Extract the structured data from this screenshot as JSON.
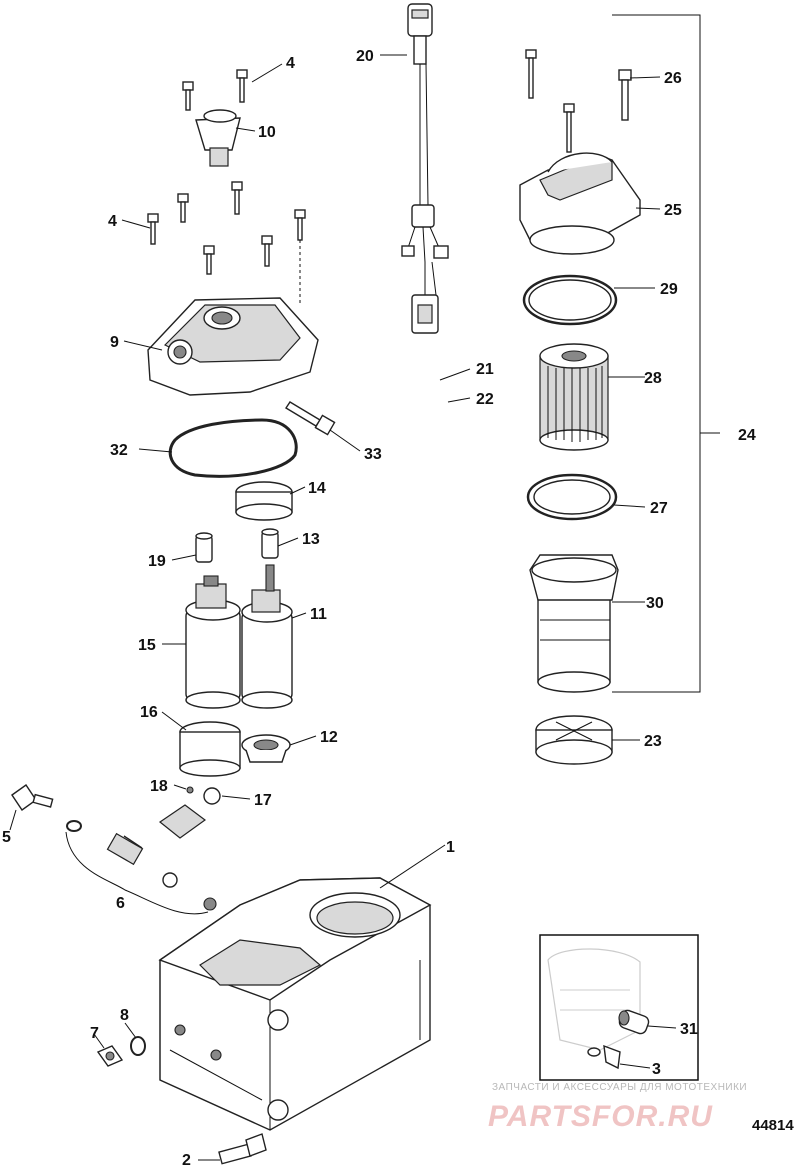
{
  "labels": {
    "c1": "1",
    "c2": "2",
    "c3": "3",
    "c4a": "4",
    "c4b": "4",
    "c5": "5",
    "c6": "6",
    "c7": "7",
    "c8": "8",
    "c9": "9",
    "c10": "10",
    "c11": "11",
    "c12": "12",
    "c13": "13",
    "c14": "14",
    "c15": "15",
    "c16": "16",
    "c17": "17",
    "c18": "18",
    "c19": "19",
    "c20": "20",
    "c21": "21",
    "c22": "22",
    "c23": "23",
    "c24": "24",
    "c25": "25",
    "c26": "26",
    "c27": "27",
    "c28": "28",
    "c29": "29",
    "c30": "30",
    "c31": "31",
    "c32": "32",
    "c33": "33"
  },
  "figure_number": "44814",
  "watermark": {
    "caption": "ЗАПЧАСТИ И АКСЕССУАРЫ ДЛЯ МОТОТЕХНИКИ",
    "brand": "PARTSFOR.RU"
  }
}
